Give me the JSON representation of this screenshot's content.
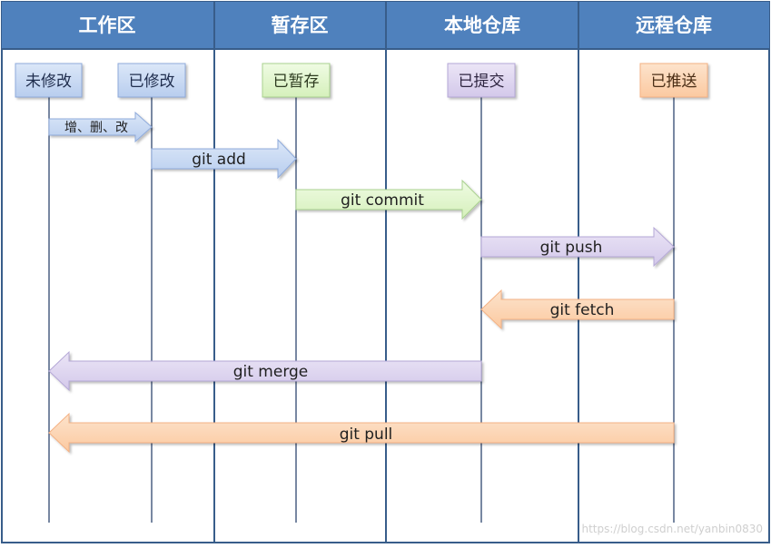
{
  "columns": [
    {
      "key": "workspace",
      "label": "工作区"
    },
    {
      "key": "staging",
      "label": "暂存区"
    },
    {
      "key": "local_repo",
      "label": "本地仓库"
    },
    {
      "key": "remote_repo",
      "label": "远程仓库"
    }
  ],
  "states": [
    {
      "key": "unmodified",
      "label": "未修改",
      "column": "workspace"
    },
    {
      "key": "modified",
      "label": "已修改",
      "column": "workspace"
    },
    {
      "key": "staged",
      "label": "已暂存",
      "column": "staging"
    },
    {
      "key": "committed",
      "label": "已提交",
      "column": "local_repo"
    },
    {
      "key": "pushed",
      "label": "已推送",
      "column": "remote_repo"
    }
  ],
  "transitions": [
    {
      "key": "edit",
      "label": "增、删、改",
      "from": "unmodified",
      "to": "modified"
    },
    {
      "key": "add",
      "label": "git add",
      "from": "modified",
      "to": "staged"
    },
    {
      "key": "commit",
      "label": "git commit",
      "from": "staged",
      "to": "committed"
    },
    {
      "key": "push",
      "label": "git push",
      "from": "committed",
      "to": "pushed"
    },
    {
      "key": "fetch",
      "label": "git fetch",
      "from": "pushed",
      "to": "committed"
    },
    {
      "key": "merge",
      "label": "git merge",
      "from": "committed",
      "to": "unmodified"
    },
    {
      "key": "pull",
      "label": "git pull",
      "from": "pushed",
      "to": "unmodified"
    }
  ],
  "watermark": "https://blog.csdn.net/yanbin0830",
  "colors": {
    "header_bg": "#4f81bd",
    "border": "#385d8a",
    "lifeline": "#1f3864",
    "blue_fill": "#c6d9f1",
    "blue_stroke": "#8eaadb",
    "green_fill": "#e3f7cf",
    "green_stroke": "#a9d18e",
    "purple_fill": "#ddd5ef",
    "purple_stroke": "#b4a7d6",
    "orange_fill": "#fcd5b4",
    "orange_stroke": "#f4b183"
  }
}
